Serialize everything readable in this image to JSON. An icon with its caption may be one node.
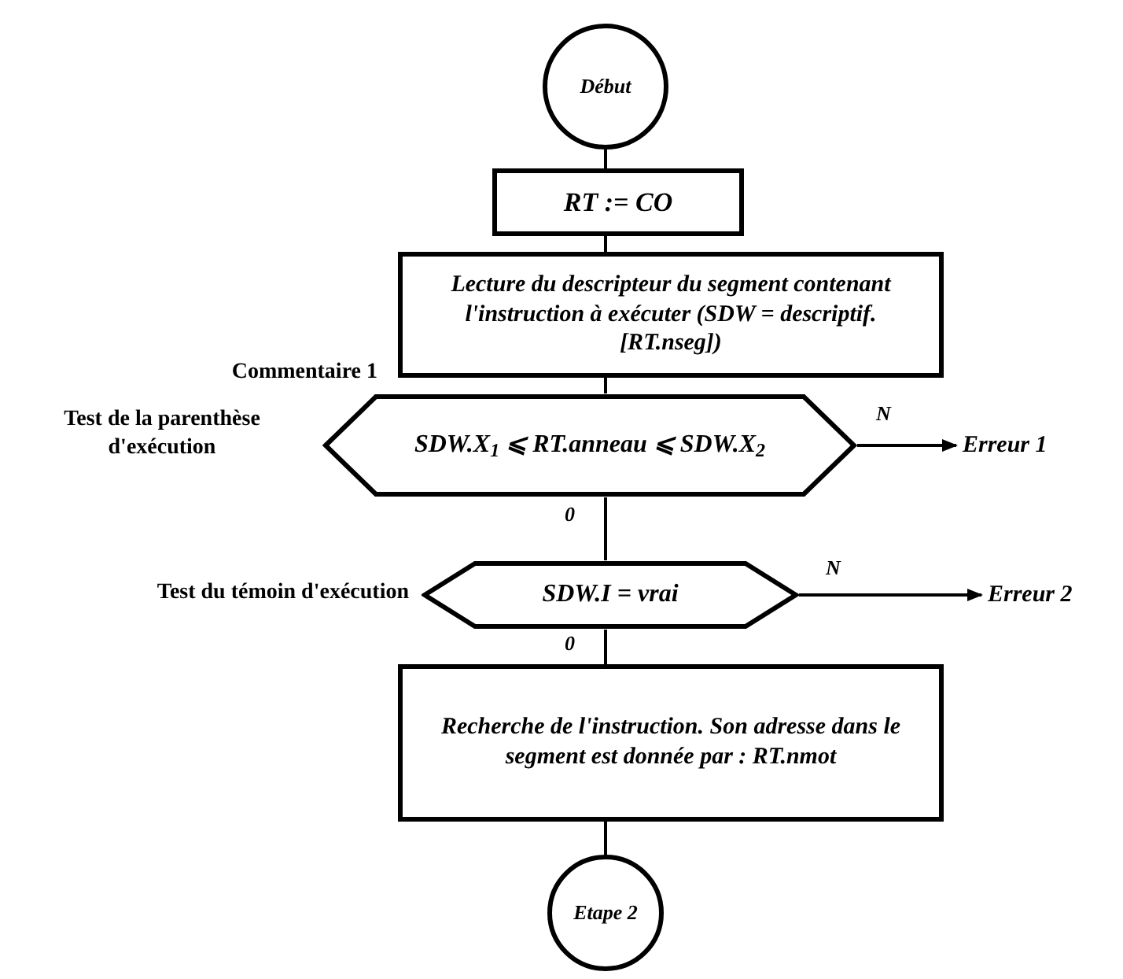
{
  "diagram": {
    "nodes": [
      {
        "text": [
          "Début"
        ]
      },
      {
        "text": [
          "RT := CO"
        ]
      },
      {
        "text": [
          "Lecture du descripteur du segment contenant l'instruction à exécuter (SDW = descriptif.[RT.nseg])"
        ],
        "beside": [
          "Commentaire 1"
        ]
      },
      {
        "text": [
          "SDW.X$_{1}$ ⩽ RT.anneau ⩽ SDW.X$_{2}$"
        ],
        "beside": [
          "Test de la parenthèse d'exécution"
        ]
      },
      {
        "text": [
          "Erreur 1"
        ]
      },
      {
        "text": [
          "SDW.I = vrai"
        ],
        "beside": [
          "Test du témoin d'exécution"
        ]
      },
      {
        "text": [
          "Erreur 2"
        ]
      },
      {
        "text": [
          "Recherche de l'instruction. Son adresse dans le segment est donnée par : RT.nmot"
        ]
      },
      {
        "text": [
          "Etape 2"
        ]
      }
    ],
    "edges": [
      {
        "from": 0,
        "to": 1,
        "arrow": "none"
      },
      {
        "from": 1,
        "to": 2,
        "arrow": "none"
      },
      {
        "from": 2,
        "to": 3,
        "arrow": "none"
      },
      {
        "from": 3,
        "to": 4,
        "arrow": "to",
        "label": "N"
      },
      {
        "from": 3,
        "to": 5,
        "arrow": "none",
        "label": "0"
      },
      {
        "from": 5,
        "to": 6,
        "arrow": "to",
        "label": "N"
      },
      {
        "from": 5,
        "to": 7,
        "arrow": "none",
        "label": "0"
      },
      {
        "from": 7,
        "to": 8,
        "arrow": "none"
      }
    ]
  }
}
